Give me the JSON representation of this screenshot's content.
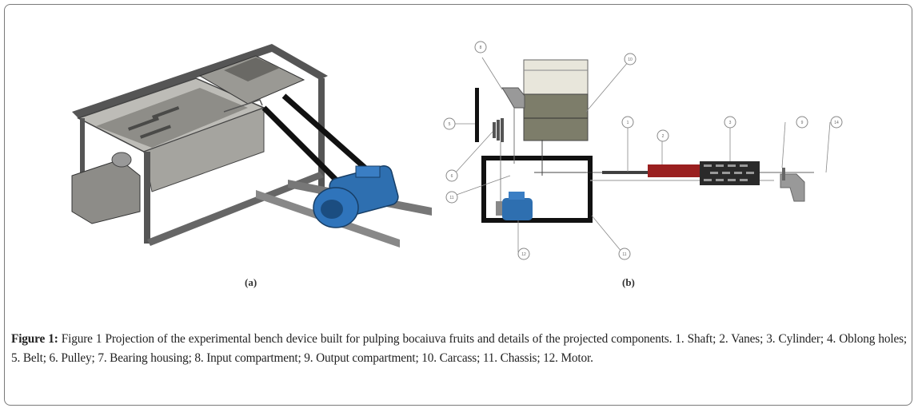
{
  "figure": {
    "number_label": "Figure 1:",
    "caption_text": "Figure 1 Projection of the experimental bench device built for pulping bocaiuva fruits and details of the projected components. 1. Shaft; 2. Vanes; 3. Cylinder; 4. Oblong holes; 5. Belt; 6. Pulley; 7. Bearing housing; 8. Input compartment; 9. Output compartment; 10. Carcass; 11. Chassis; 12. Motor.",
    "panels": [
      {
        "label": "(a)",
        "description": "isometric 3D render of pulping bench with frame, trough, hopper, belt and blue motor"
      },
      {
        "label": "(b)",
        "description": "schematic side view with numbered callouts"
      }
    ],
    "callouts": [
      "8",
      "10",
      "5",
      "6",
      "11",
      "12",
      "11",
      "1",
      "2",
      "3",
      "9",
      "14"
    ]
  }
}
